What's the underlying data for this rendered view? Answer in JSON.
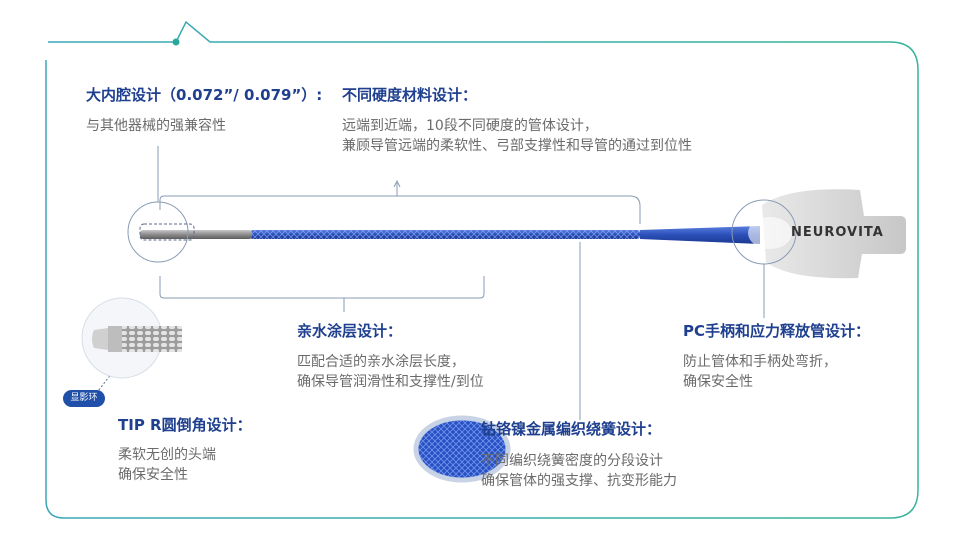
{
  "features": {
    "lumen": {
      "title": "大内腔设计（0.072”/ 0.079”）:",
      "desc": [
        "与其他器械的强兼容性"
      ]
    },
    "hardness": {
      "title": "不同硬度材料设计：",
      "desc": [
        "远端到近端，10段不同硬度的管体设计，",
        "兼顾导管远端的柔软性、弓部支撑性和导管的通过到位性"
      ]
    },
    "coating": {
      "title": "亲水涂层设计：",
      "desc": [
        "匹配合适的亲水涂层长度，",
        "确保导管润滑性和支撑性/到位"
      ]
    },
    "handle": {
      "title": "PC手柄和应力释放管设计：",
      "desc": [
        "防止管体和手柄处弯折，",
        "确保安全性"
      ]
    },
    "tip": {
      "title": "TIP R圆倒角设计：",
      "desc": [
        "柔软无创的头端",
        "确保安全性"
      ]
    },
    "spring": {
      "title": "钴铬镍金属编织绕簧设计：",
      "desc": [
        "不同编织绕簧密度的分段设计",
        "确保管体的强支撑、抗变形能力"
      ]
    }
  },
  "badge_label": "显影环",
  "brand_logo": "NEUROVITA",
  "colors": {
    "title": "#1f3f8f",
    "frame": "#2ba89c",
    "catheter": "#2b4fb3"
  }
}
